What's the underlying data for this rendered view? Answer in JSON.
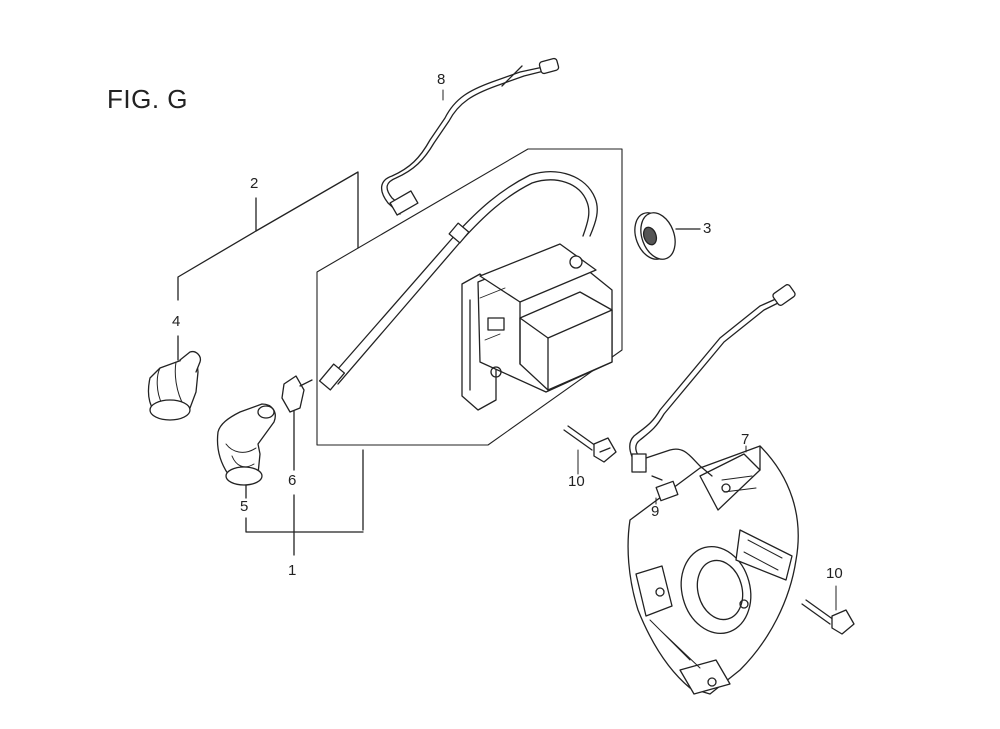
{
  "figure": {
    "title": "FIG. G"
  },
  "callouts": {
    "c1": "1",
    "c2": "2",
    "c3": "3",
    "c4": "4",
    "c5": "5",
    "c6": "6",
    "c7": "7",
    "c8": "8",
    "c9": "9",
    "c10a": "10",
    "c10b": "10"
  },
  "colors": {
    "line": "#222222",
    "shade": "#444444",
    "fill": "#ffffff"
  }
}
